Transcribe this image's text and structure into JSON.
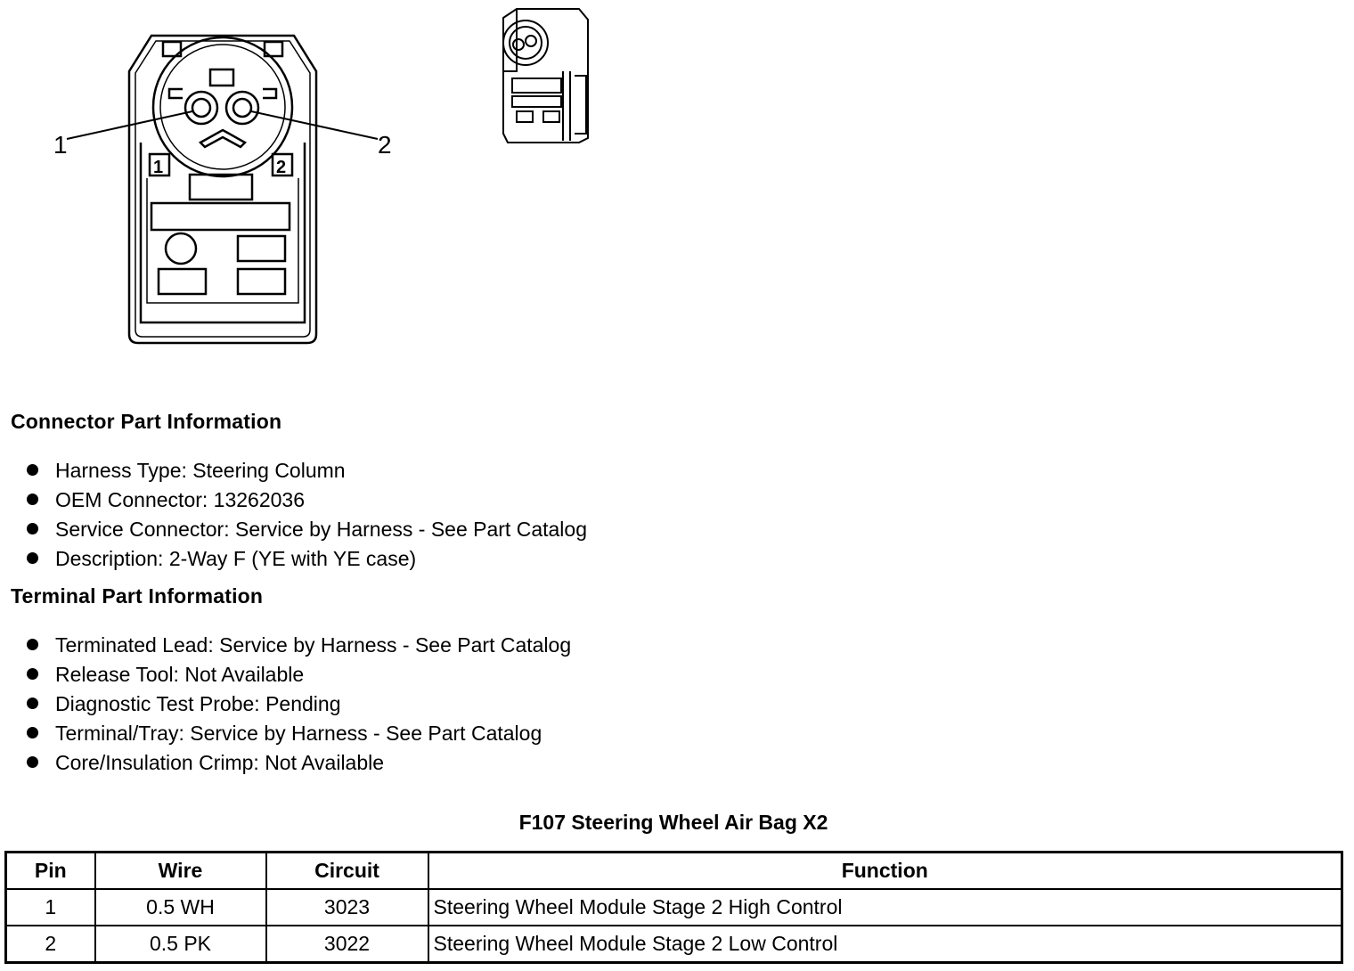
{
  "diagram": {
    "callouts": [
      "1",
      "2"
    ],
    "cavity_labels": [
      "1",
      "2"
    ]
  },
  "connector_info": {
    "heading": "Connector Part Information",
    "items": [
      "Harness Type: Steering Column",
      "OEM Connector: 13262036",
      "Service Connector: Service by Harness - See Part Catalog",
      "Description: 2-Way F (YE with YE case)"
    ]
  },
  "terminal_info": {
    "heading": "Terminal Part Information",
    "items": [
      "Terminated Lead: Service by Harness - See Part Catalog",
      "Release Tool: Not Available",
      "Diagnostic Test Probe: Pending",
      "Terminal/Tray: Service by Harness - See Part Catalog",
      "Core/Insulation Crimp: Not Available"
    ]
  },
  "pin_table": {
    "title": "F107 Steering Wheel Air Bag X2",
    "headers": [
      "Pin",
      "Wire",
      "Circuit",
      "Function"
    ],
    "rows": [
      [
        "1",
        "0.5 WH",
        "3023",
        "Steering Wheel Module Stage 2 High Control"
      ],
      [
        "2",
        "0.5 PK",
        "3022",
        "Steering Wheel Module Stage 2 Low Control"
      ]
    ]
  }
}
